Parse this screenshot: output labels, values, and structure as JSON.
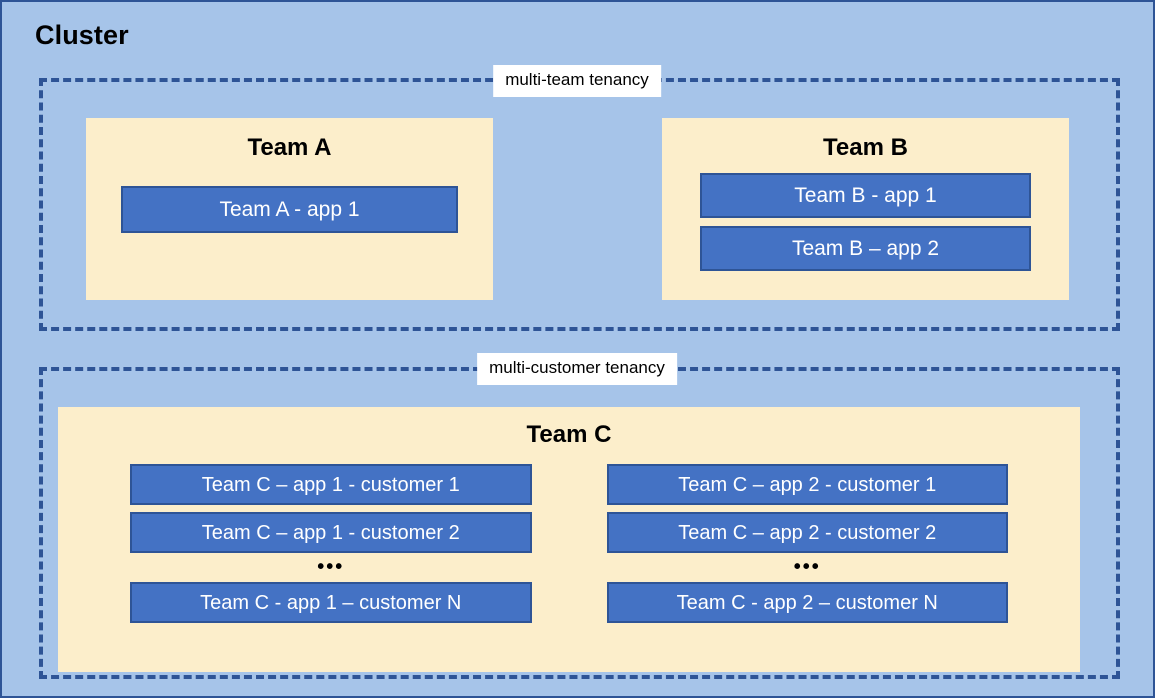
{
  "cluster": {
    "title": "Cluster",
    "background_color": "#A6C4E9",
    "border_color": "#2E5496"
  },
  "regions": [
    {
      "id": "multi-team",
      "label": "multi-team tenancy",
      "border_style": "dashed",
      "border_color": "#2E5496",
      "label_background": "#FFFFFF"
    },
    {
      "id": "multi-customer",
      "label": "multi-customer tenancy",
      "border_style": "dashed",
      "border_color": "#2E5496",
      "label_background": "#FFFFFF"
    }
  ],
  "teams": {
    "team_a": {
      "title": "Team A",
      "panel_color": "#FCEECB",
      "apps": [
        {
          "label": "Team A - app 1"
        }
      ]
    },
    "team_b": {
      "title": "Team B",
      "panel_color": "#FCEECB",
      "apps": [
        {
          "label": "Team B - app 1"
        },
        {
          "label": "Team B – app 2"
        }
      ]
    },
    "team_c": {
      "title": "Team C",
      "panel_color": "#FCEECB",
      "ellipsis": "•••",
      "columns": [
        {
          "id": "app-1",
          "apps_top": [
            {
              "label": "Team C – app 1 - customer 1"
            },
            {
              "label": "Team C – app 1 - customer 2"
            }
          ],
          "apps_bottom": [
            {
              "label": "Team C - app 1 – customer N"
            }
          ]
        },
        {
          "id": "app-2",
          "apps_top": [
            {
              "label": "Team C – app 2 - customer 1"
            },
            {
              "label": "Team C – app 2 - customer 2"
            }
          ],
          "apps_bottom": [
            {
              "label": "Team C - app 2 – customer N"
            }
          ]
        }
      ]
    }
  },
  "colors": {
    "app_box_fill": "#4472C4",
    "app_box_border": "#2E5496",
    "app_box_text": "#FFFFFF",
    "panel_fill": "#FCEECB",
    "canvas_fill": "#A6C4E9"
  }
}
